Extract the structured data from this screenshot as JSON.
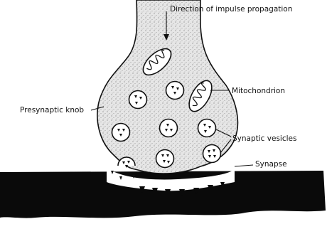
{
  "labels": {
    "impulse": "Direction of impulse propagation",
    "mitochondrion": "Mitochondrion",
    "presynaptic_knob": "Presynaptic knob",
    "synaptic_vesicles": "Synaptic vesicles",
    "synapse": "Synapse"
  },
  "colors": {
    "ink": "#111111",
    "knob_fill": "#d9d9d9",
    "membrane_dark": "#0a0a0a",
    "cleft": "#ffffff"
  }
}
